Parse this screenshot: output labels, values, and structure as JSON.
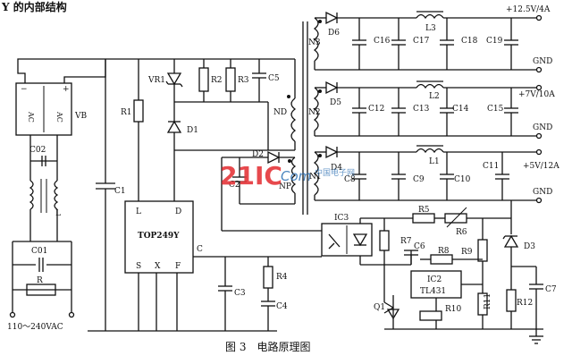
{
  "header_fragment": "Y 的内部结构",
  "caption": "图 3　电路原理图",
  "watermark": "21IC 中国电子网",
  "labels": {
    "vb": "VB",
    "ac1": "AC",
    "ac2": "AC",
    "c02": "C02",
    "l": "L",
    "c01": "C01",
    "r": "R",
    "vac": "110～240VAC",
    "c1": "C1",
    "r1": "R1",
    "vr1": "VR1",
    "d1": "D1",
    "r2": "R2",
    "r3": "R3",
    "c5": "C5",
    "nd": "ND",
    "d2": "D2",
    "c2": "C2",
    "np": "NP",
    "ns": "N1",
    "top_l": "L",
    "top_d": "D",
    "top_c": "C",
    "top_s": "S",
    "top_x": "X",
    "top_f": "F",
    "top_name": "TOP249Y",
    "c3": "C3",
    "r4": "R4",
    "c4": "C4",
    "n3": "N3",
    "n2": "N2",
    "n1": "N1",
    "d6": "D6",
    "d5": "D5",
    "d4": "D4",
    "c16": "C16",
    "c17": "C17",
    "l3": "L3",
    "c18": "C18",
    "c19": "C19",
    "c12": "C12",
    "c13": "C13",
    "l2": "L2",
    "c14": "C14",
    "c15": "C15",
    "c8": "C8",
    "c9": "C9",
    "l1": "L1",
    "c10": "C10",
    "c11": "C11",
    "v1": "+12.5V/4A",
    "v2": "+7V/10A",
    "v3": "+5V/12A",
    "gnd1": "GND",
    "gnd2": "GND",
    "gnd3": "GND",
    "ic3": "IC3",
    "r5": "R5",
    "r6": "R6",
    "d3": "D3",
    "r7": "R7",
    "c6": "C6",
    "r8": "R8",
    "r9": "R9",
    "ic2a": "IC2",
    "ic2b": "TL431",
    "q1": "Q1",
    "r10": "R10",
    "r11": "R11",
    "r12": "R12",
    "c7": "C7"
  }
}
